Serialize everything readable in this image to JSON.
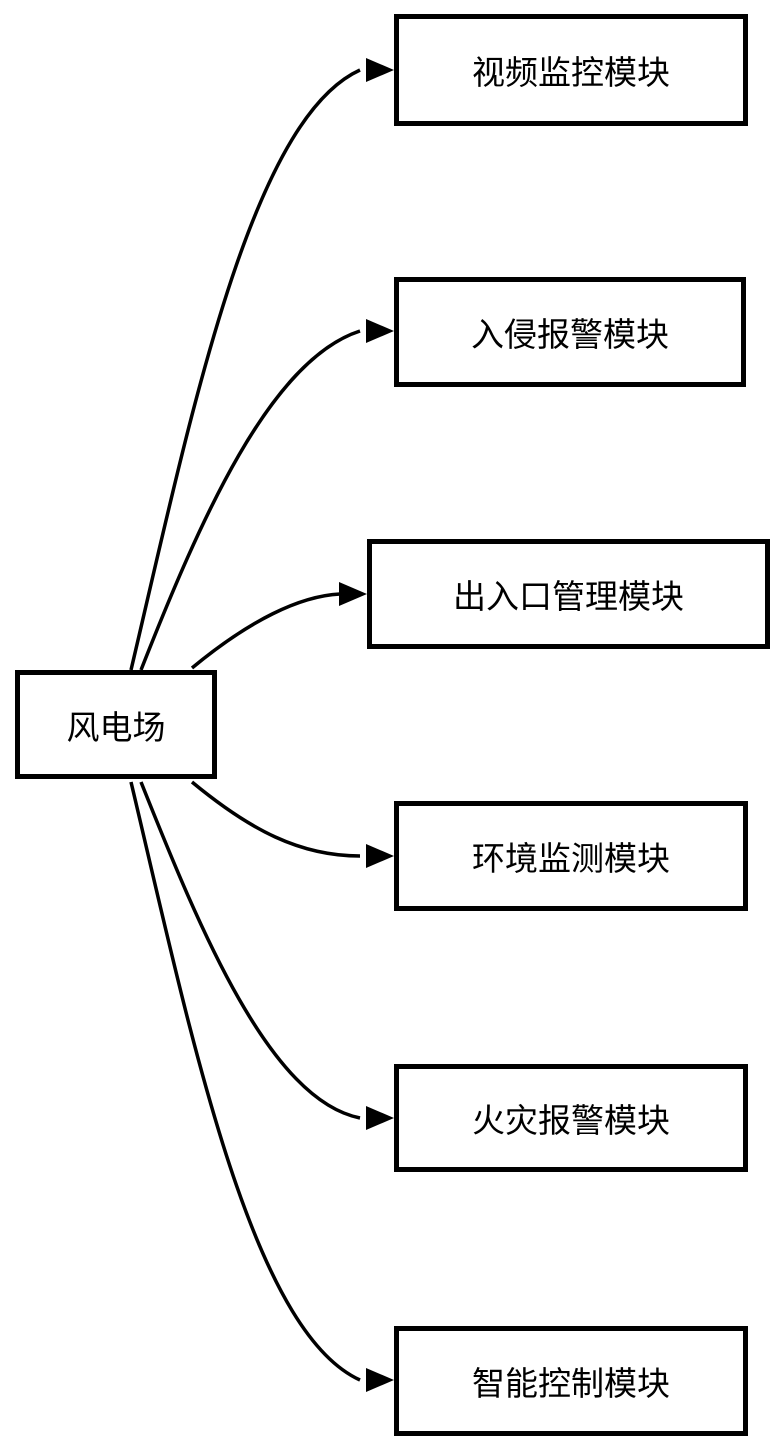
{
  "diagram": {
    "source": {
      "label": "风电场"
    },
    "targets": [
      {
        "label": "视频监控模块"
      },
      {
        "label": "入侵报警模块"
      },
      {
        "label": "出入口管理模块"
      },
      {
        "label": "环境监测模块"
      },
      {
        "label": "火灾报警模块"
      },
      {
        "label": "智能控制模块"
      }
    ],
    "edges": [
      {
        "from": "风电场",
        "to": "视频监控模块"
      },
      {
        "from": "风电场",
        "to": "入侵报警模块"
      },
      {
        "from": "风电场",
        "to": "出入口管理模块"
      },
      {
        "from": "风电场",
        "to": "环境监测模块"
      },
      {
        "from": "风电场",
        "to": "火灾报警模块"
      },
      {
        "from": "风电场",
        "to": "智能控制模块"
      }
    ],
    "colors": {
      "stroke": "#000000",
      "background": "#ffffff"
    }
  }
}
